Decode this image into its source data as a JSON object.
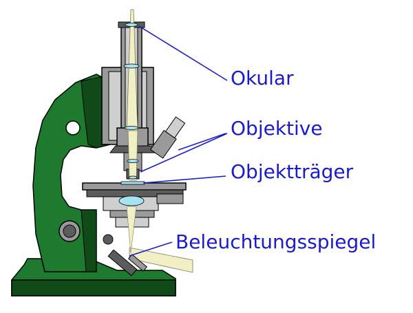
{
  "labels": {
    "okular": "Okular",
    "objektive": "Objektive",
    "objekttraeger": "Objektträger",
    "beleuchtungsspiegel": "Beleuchtungsspiegel"
  },
  "colors": {
    "label_text": "#1a1acc",
    "leader_line": "#1a1acc",
    "stand_green": "#1d7a2e",
    "stand_dark": "#0f4a18",
    "metal_gray": "#9a9a9a",
    "metal_dark": "#5c5c5c",
    "metal_light": "#cfcfcf",
    "lens_blue": "#a6e3f2",
    "light_beam": "#f3efc4"
  }
}
